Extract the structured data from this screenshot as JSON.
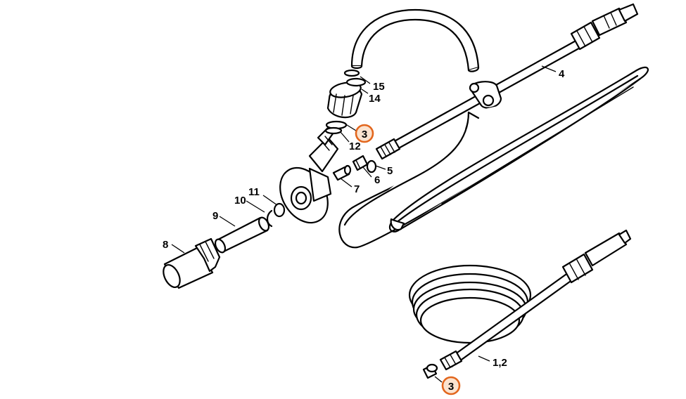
{
  "diagram": {
    "callouts": {
      "c_1_2": "1,2",
      "c_3_top": "3",
      "c_3_bottom": "3",
      "c_4": "4",
      "c_5": "5",
      "c_6": "6",
      "c_7": "7",
      "c_8": "8",
      "c_9": "9",
      "c_10": "10",
      "c_11": "11",
      "c_12": "12",
      "c_14": "14",
      "c_15": "15"
    },
    "colors": {
      "highlight_ring": "#e2661d",
      "highlight_fill": "#fbe3cf",
      "line": "#000000",
      "background": "#ffffff"
    }
  }
}
